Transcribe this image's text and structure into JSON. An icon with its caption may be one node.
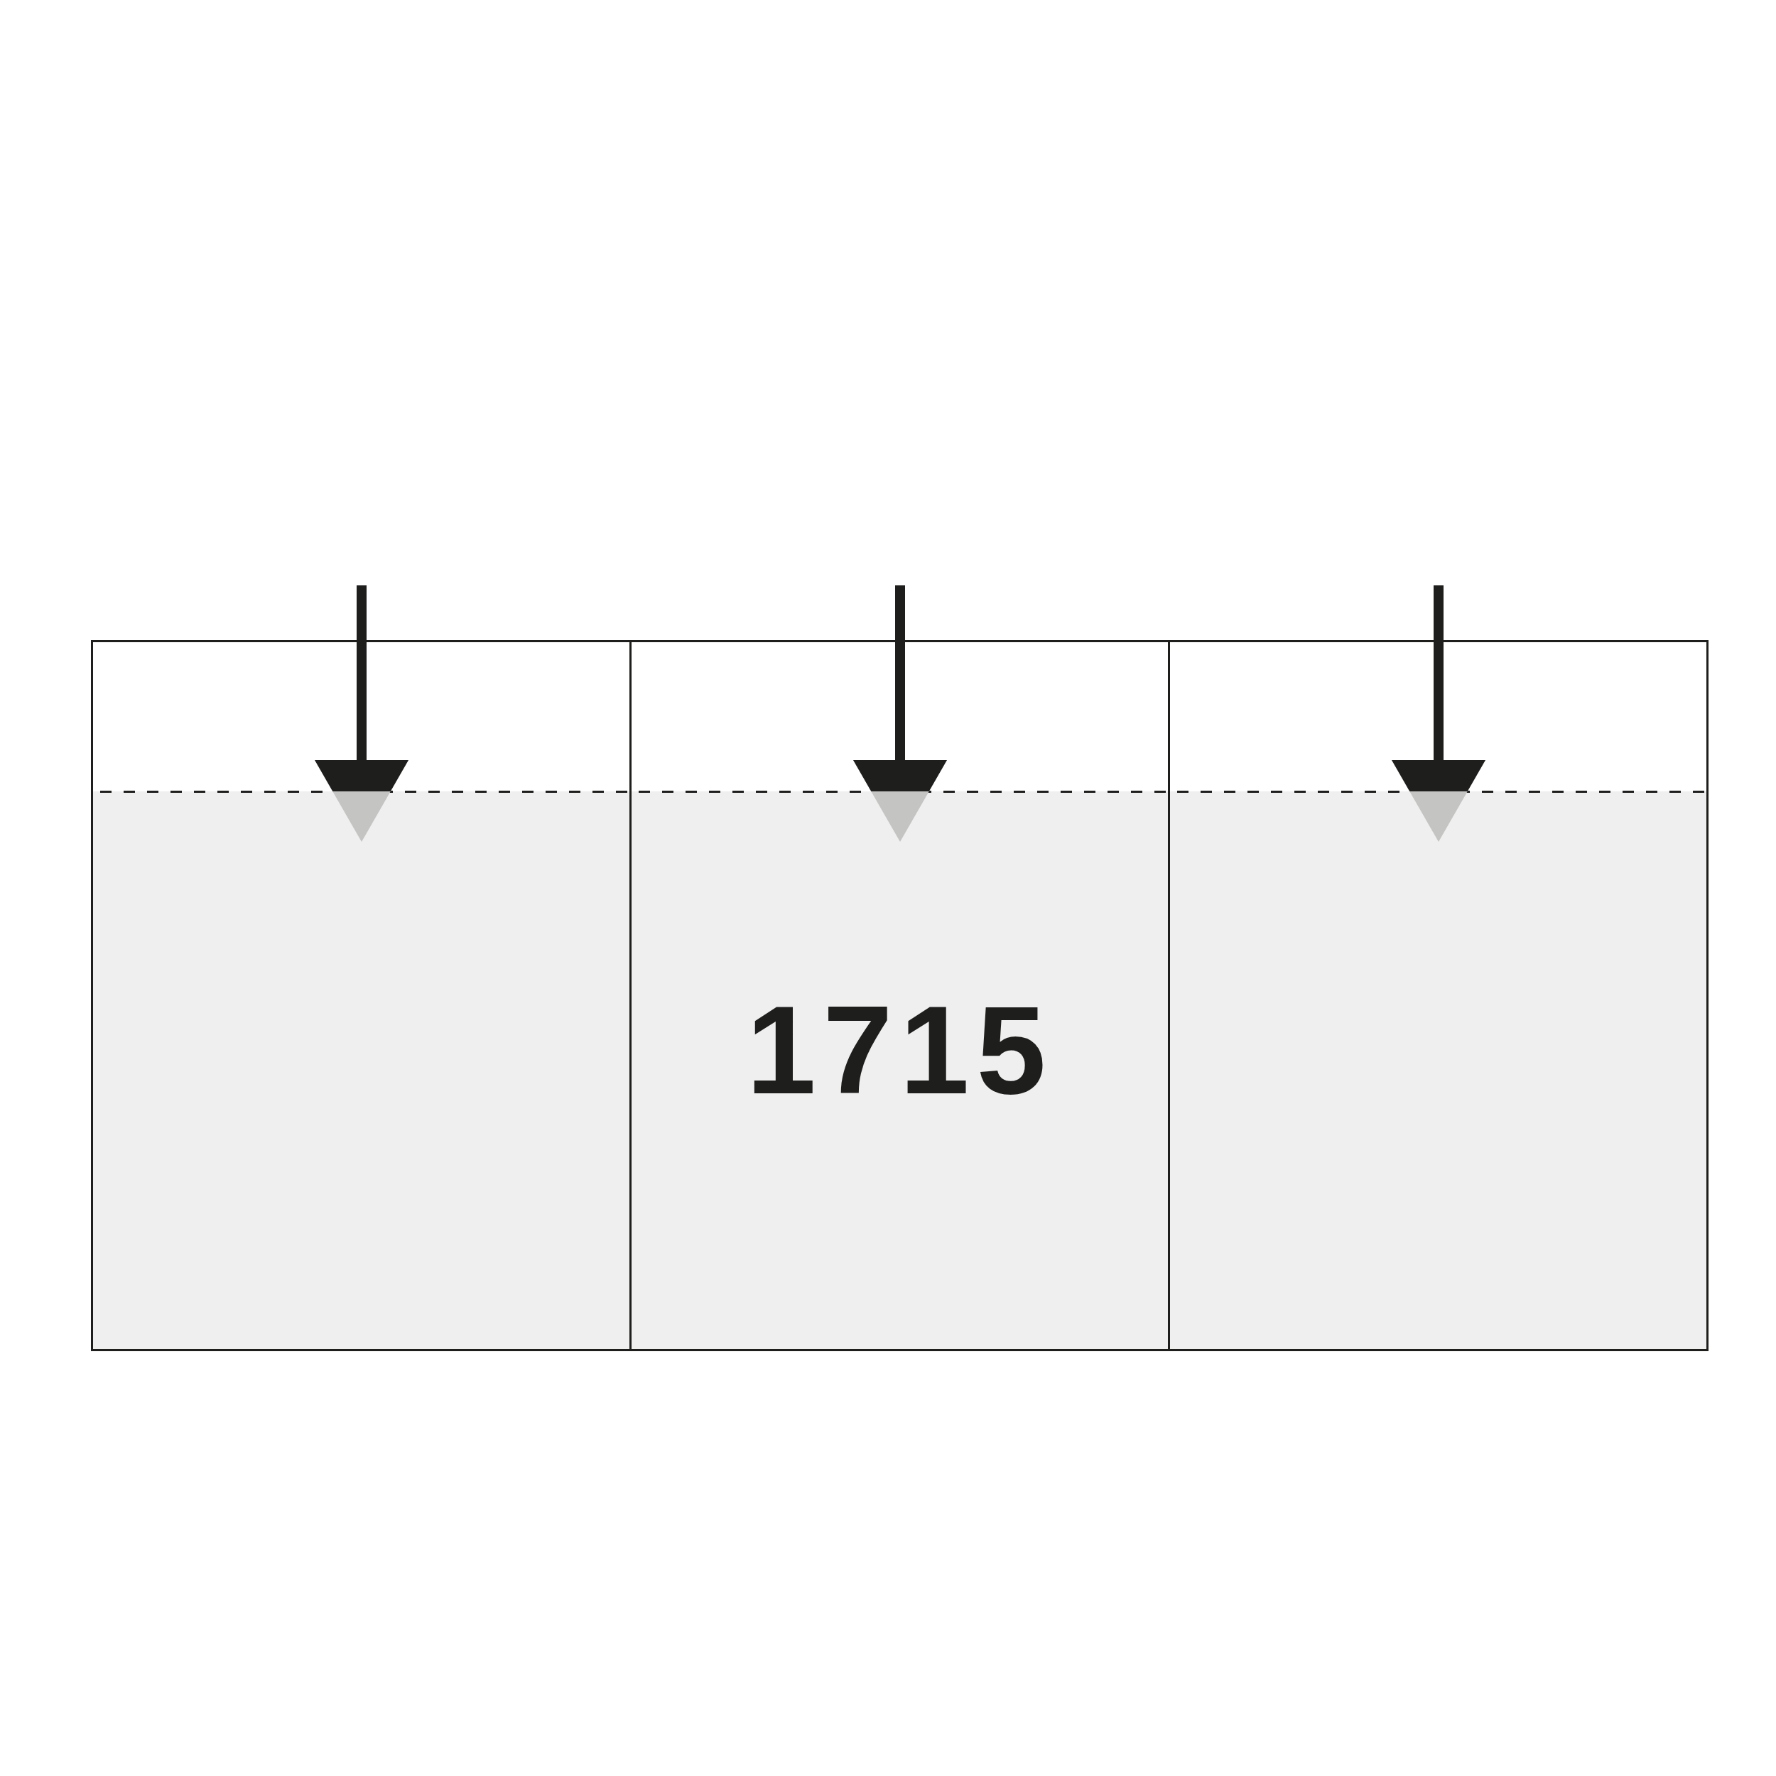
{
  "diagram": {
    "nodes": [
      {
        "text": [],
        "shape": "box"
      },
      {
        "text": [
          "1715"
        ]
      },
      {
        "text": [],
        "shape": "box"
      }
    ]
  }
}
